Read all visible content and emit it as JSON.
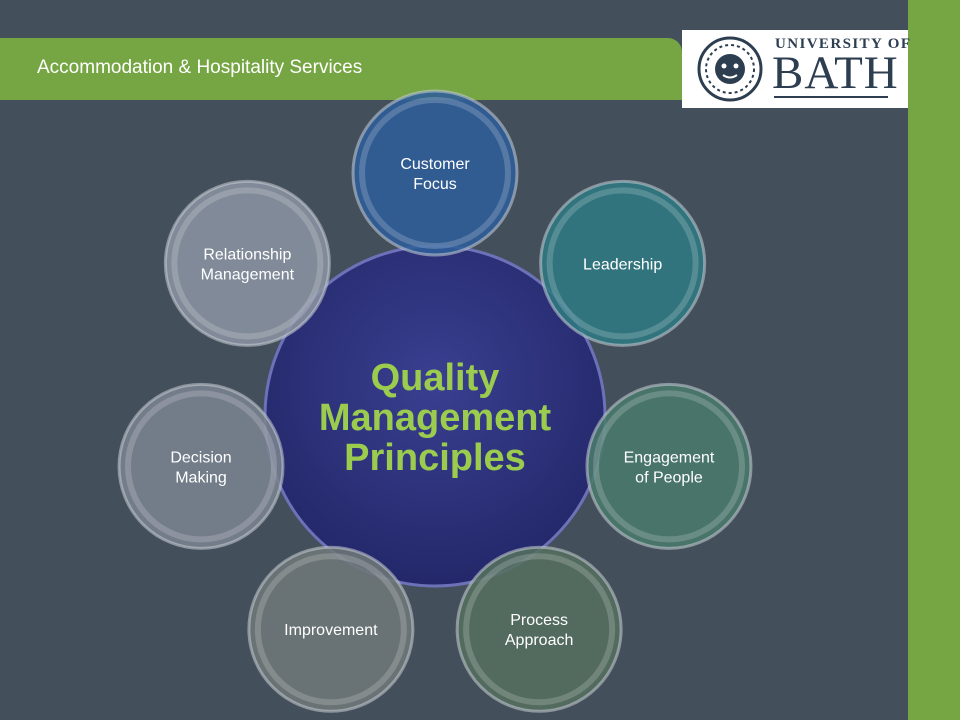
{
  "header": {
    "title": "Accommodation & Hospitality Services"
  },
  "logo": {
    "top_text": "UNIVERSITY OF",
    "main_text": "BATH",
    "icon": "seal-icon"
  },
  "diagram": {
    "center": {
      "lines": [
        "Quality",
        "Management",
        "Principles"
      ]
    },
    "satellites": [
      {
        "lines": [
          "Customer",
          "Focus"
        ],
        "color": "#2f5f9a"
      },
      {
        "lines": [
          "Leadership"
        ],
        "color": "#2f7a82"
      },
      {
        "lines": [
          "Engagement",
          "of People"
        ],
        "color": "#4a7a6c"
      },
      {
        "lines": [
          "Process",
          "Approach"
        ],
        "color": "#556f60"
      },
      {
        "lines": [
          "Improvement"
        ],
        "color": "#6e7878"
      },
      {
        "lines": [
          "Decision",
          "Making"
        ],
        "color": "#7a838f"
      },
      {
        "lines": [
          "Relationship",
          "Management"
        ],
        "color": "#8a93a2"
      }
    ]
  },
  "colors": {
    "brand_green": "#76a543",
    "background": "#434f5b",
    "center_fill": "#2b2f7a",
    "center_text": "#9ccc4e"
  }
}
